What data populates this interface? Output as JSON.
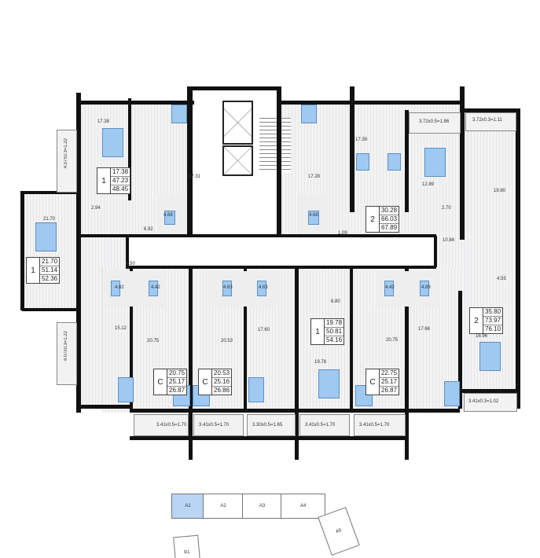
{
  "apartments": [
    {
      "type": "1",
      "living": "17.38",
      "total": "47.23",
      "total_with_balcony": "48.45"
    },
    {
      "type": "1",
      "living": "21.70",
      "total": "51.14",
      "total_with_balcony": "52.36"
    },
    {
      "type": "2",
      "living": "30.28",
      "total": "66.03",
      "total_with_balcony": "67.89"
    },
    {
      "type": "2",
      "living": "35.80",
      "total": "73.97",
      "total_with_balcony": "76.10"
    },
    {
      "type": "1",
      "living": "19.78",
      "total": "50.81",
      "total_with_balcony": "54.16"
    },
    {
      "type": "C",
      "living": "20.75",
      "total": "25.17",
      "total_with_balcony": "26.87"
    },
    {
      "type": "C",
      "living": "20.53",
      "total": "25.16",
      "total_with_balcony": "26.86"
    },
    {
      "type": "C",
      "living": "22.75",
      "total": "25.17",
      "total_with_balcony": "26.87"
    }
  ],
  "room_areas": {
    "r1738": "17.38",
    "r1731": "17.31",
    "r468a": "4.68",
    "r294": "2.94",
    "r692": "6.92",
    "r850": "8.50",
    "r2170": "21.70",
    "r1728": "17.28",
    "r468b": "4.68",
    "r1739": "17.39",
    "r1289": "12.89",
    "r270": "2.70",
    "r109": "1.09",
    "r1084": "10.84",
    "r1980": "19.80",
    "r455": "4.55",
    "r1696": "16.96",
    "r482": "4.82",
    "r442a": "4.42",
    "r463a": "4.63",
    "r463b": "4.63",
    "r442b": "4.42",
    "r489": "4.89",
    "r680": "6.80",
    "r1512": "15.12",
    "r2075a": "20.75",
    "r2053": "20.53",
    "r1760": "17.60",
    "r1978": "19.78",
    "r2075b": "20.75",
    "r1766": "17.66"
  },
  "balconies": {
    "top_left": "4.07x0.3=1.22",
    "bottom_left": "4.07x0.3=1.22",
    "top_right1": "3.72x0.5=1.86",
    "top_right2": "3.72x0.3=1.11",
    "b1": "3.41x0.5=1.70",
    "b2": "3.41x0.5=1.70",
    "b3": "3.30x0.5=1.65",
    "b4": "3.41x0.5=1.70",
    "b5": "3.41x0.5=1.70",
    "b6": "3.41x0.3=1.02"
  },
  "key_plan": {
    "sections": [
      "A1",
      "A2",
      "A3",
      "A4",
      "A5",
      "B1"
    ],
    "highlight_color": "#b9d5f5"
  }
}
